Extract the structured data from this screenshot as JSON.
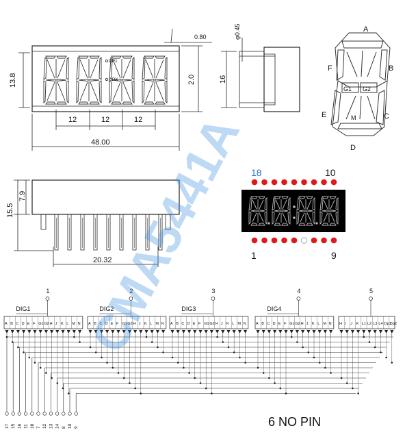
{
  "top_view": {
    "dim_width": "48.00",
    "dim_height": "13.8",
    "dim_height_inner": "2.0",
    "dim_pitch_1": "12",
    "dim_pitch_2": "12",
    "dim_pitch_3": "12",
    "dim_corner": "0.80",
    "dp1_label": "DP1",
    "dp2_label": "DPX"
  },
  "side_view": {
    "dim_pin_dia": "φ0.45",
    "dim_height": "16"
  },
  "segment_diagram": {
    "labels": {
      "A": "A",
      "B": "B",
      "C": "C",
      "D": "D",
      "E": "E",
      "F": "F",
      "G1": "G1",
      "G2": "G2",
      "M": "M"
    }
  },
  "front_view": {
    "dim_total": "15.5",
    "dim_body": "7.9",
    "dim_span": "20.32"
  },
  "pinout": {
    "pin_top_left": "18",
    "pin_top_right": "10",
    "pin_bottom_left": "1",
    "pin_bottom_right": "9",
    "top_dot_color": "#e01818",
    "missing_pin_color": "#ffffff"
  },
  "schematic": {
    "groups": [
      {
        "label": "DIG1",
        "common_pin": "1"
      },
      {
        "label": "DIG2",
        "common_pin": "2"
      },
      {
        "label": "DIG3",
        "common_pin": "3"
      },
      {
        "label": "DIG4",
        "common_pin": "4"
      },
      {
        "label": "",
        "common_pin": "5"
      }
    ],
    "segment_letters": [
      "A",
      "B",
      "C",
      "D",
      "E",
      "F",
      "G1",
      "G2",
      "H",
      "J",
      "K",
      "L",
      "M",
      "N"
    ],
    "extra_letters": [
      "H",
      "I",
      "J",
      "K",
      "L1",
      "L2",
      "L3",
      "L4",
      "Dp1",
      "Dp2"
    ],
    "bottom_pins": [
      "17",
      "15",
      "16",
      "11",
      "18",
      "7",
      "12",
      "13",
      "14",
      "8",
      "10",
      "9"
    ]
  },
  "watermark": "CMA5441A",
  "note": "6 NO PIN"
}
